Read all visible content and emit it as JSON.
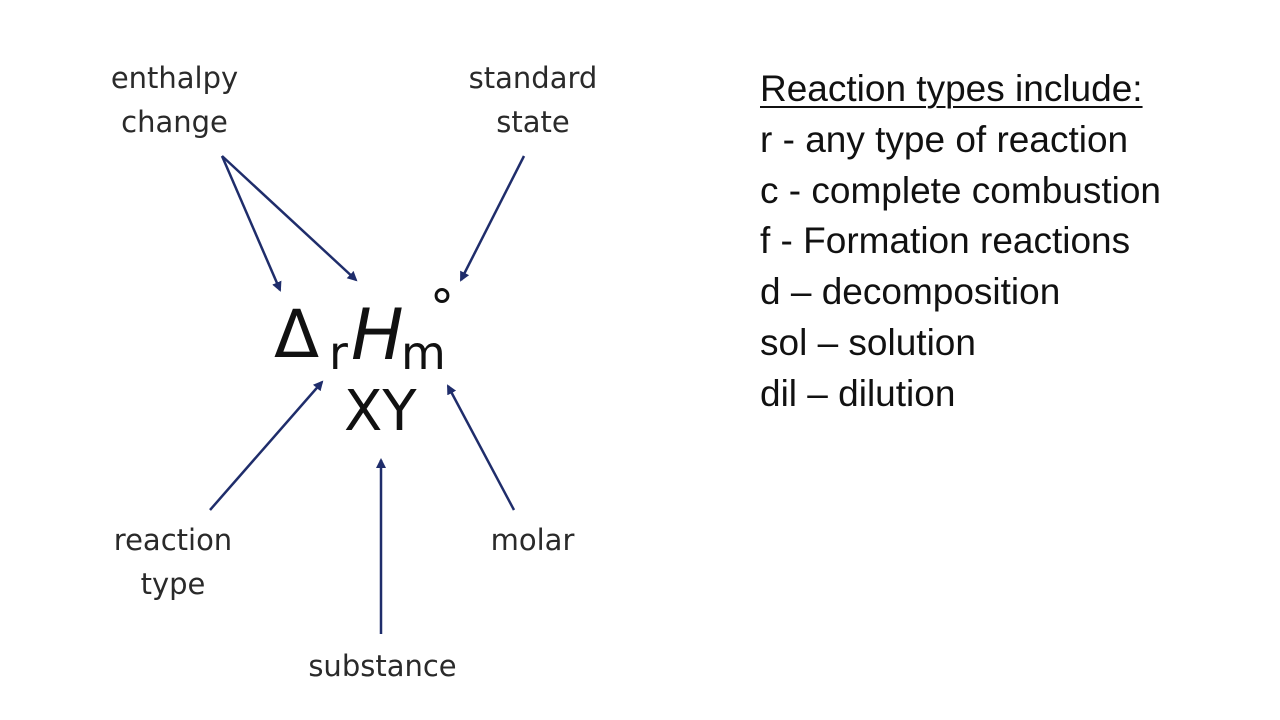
{
  "diagram": {
    "labels": {
      "enthalpy_change": [
        "enthalpy",
        "change"
      ],
      "standard_state": [
        "standard",
        "state"
      ],
      "reaction_type": [
        "reaction",
        "type"
      ],
      "molar": "molar",
      "substance": "substance"
    },
    "symbol": {
      "delta": "Δ",
      "reaction_subscript": "r",
      "enthalpy": "H",
      "molar_subscript": "m",
      "standard_superscript": "°",
      "substance": "XY"
    },
    "arrow_color": "#1f2d6b"
  },
  "reaction_types": {
    "heading": "Reaction types include:",
    "items": [
      "r - any type of reaction",
      "c - complete combustion",
      "f - Formation reactions",
      "d – decomposition",
      "sol – solution",
      "dil – dilution"
    ]
  }
}
